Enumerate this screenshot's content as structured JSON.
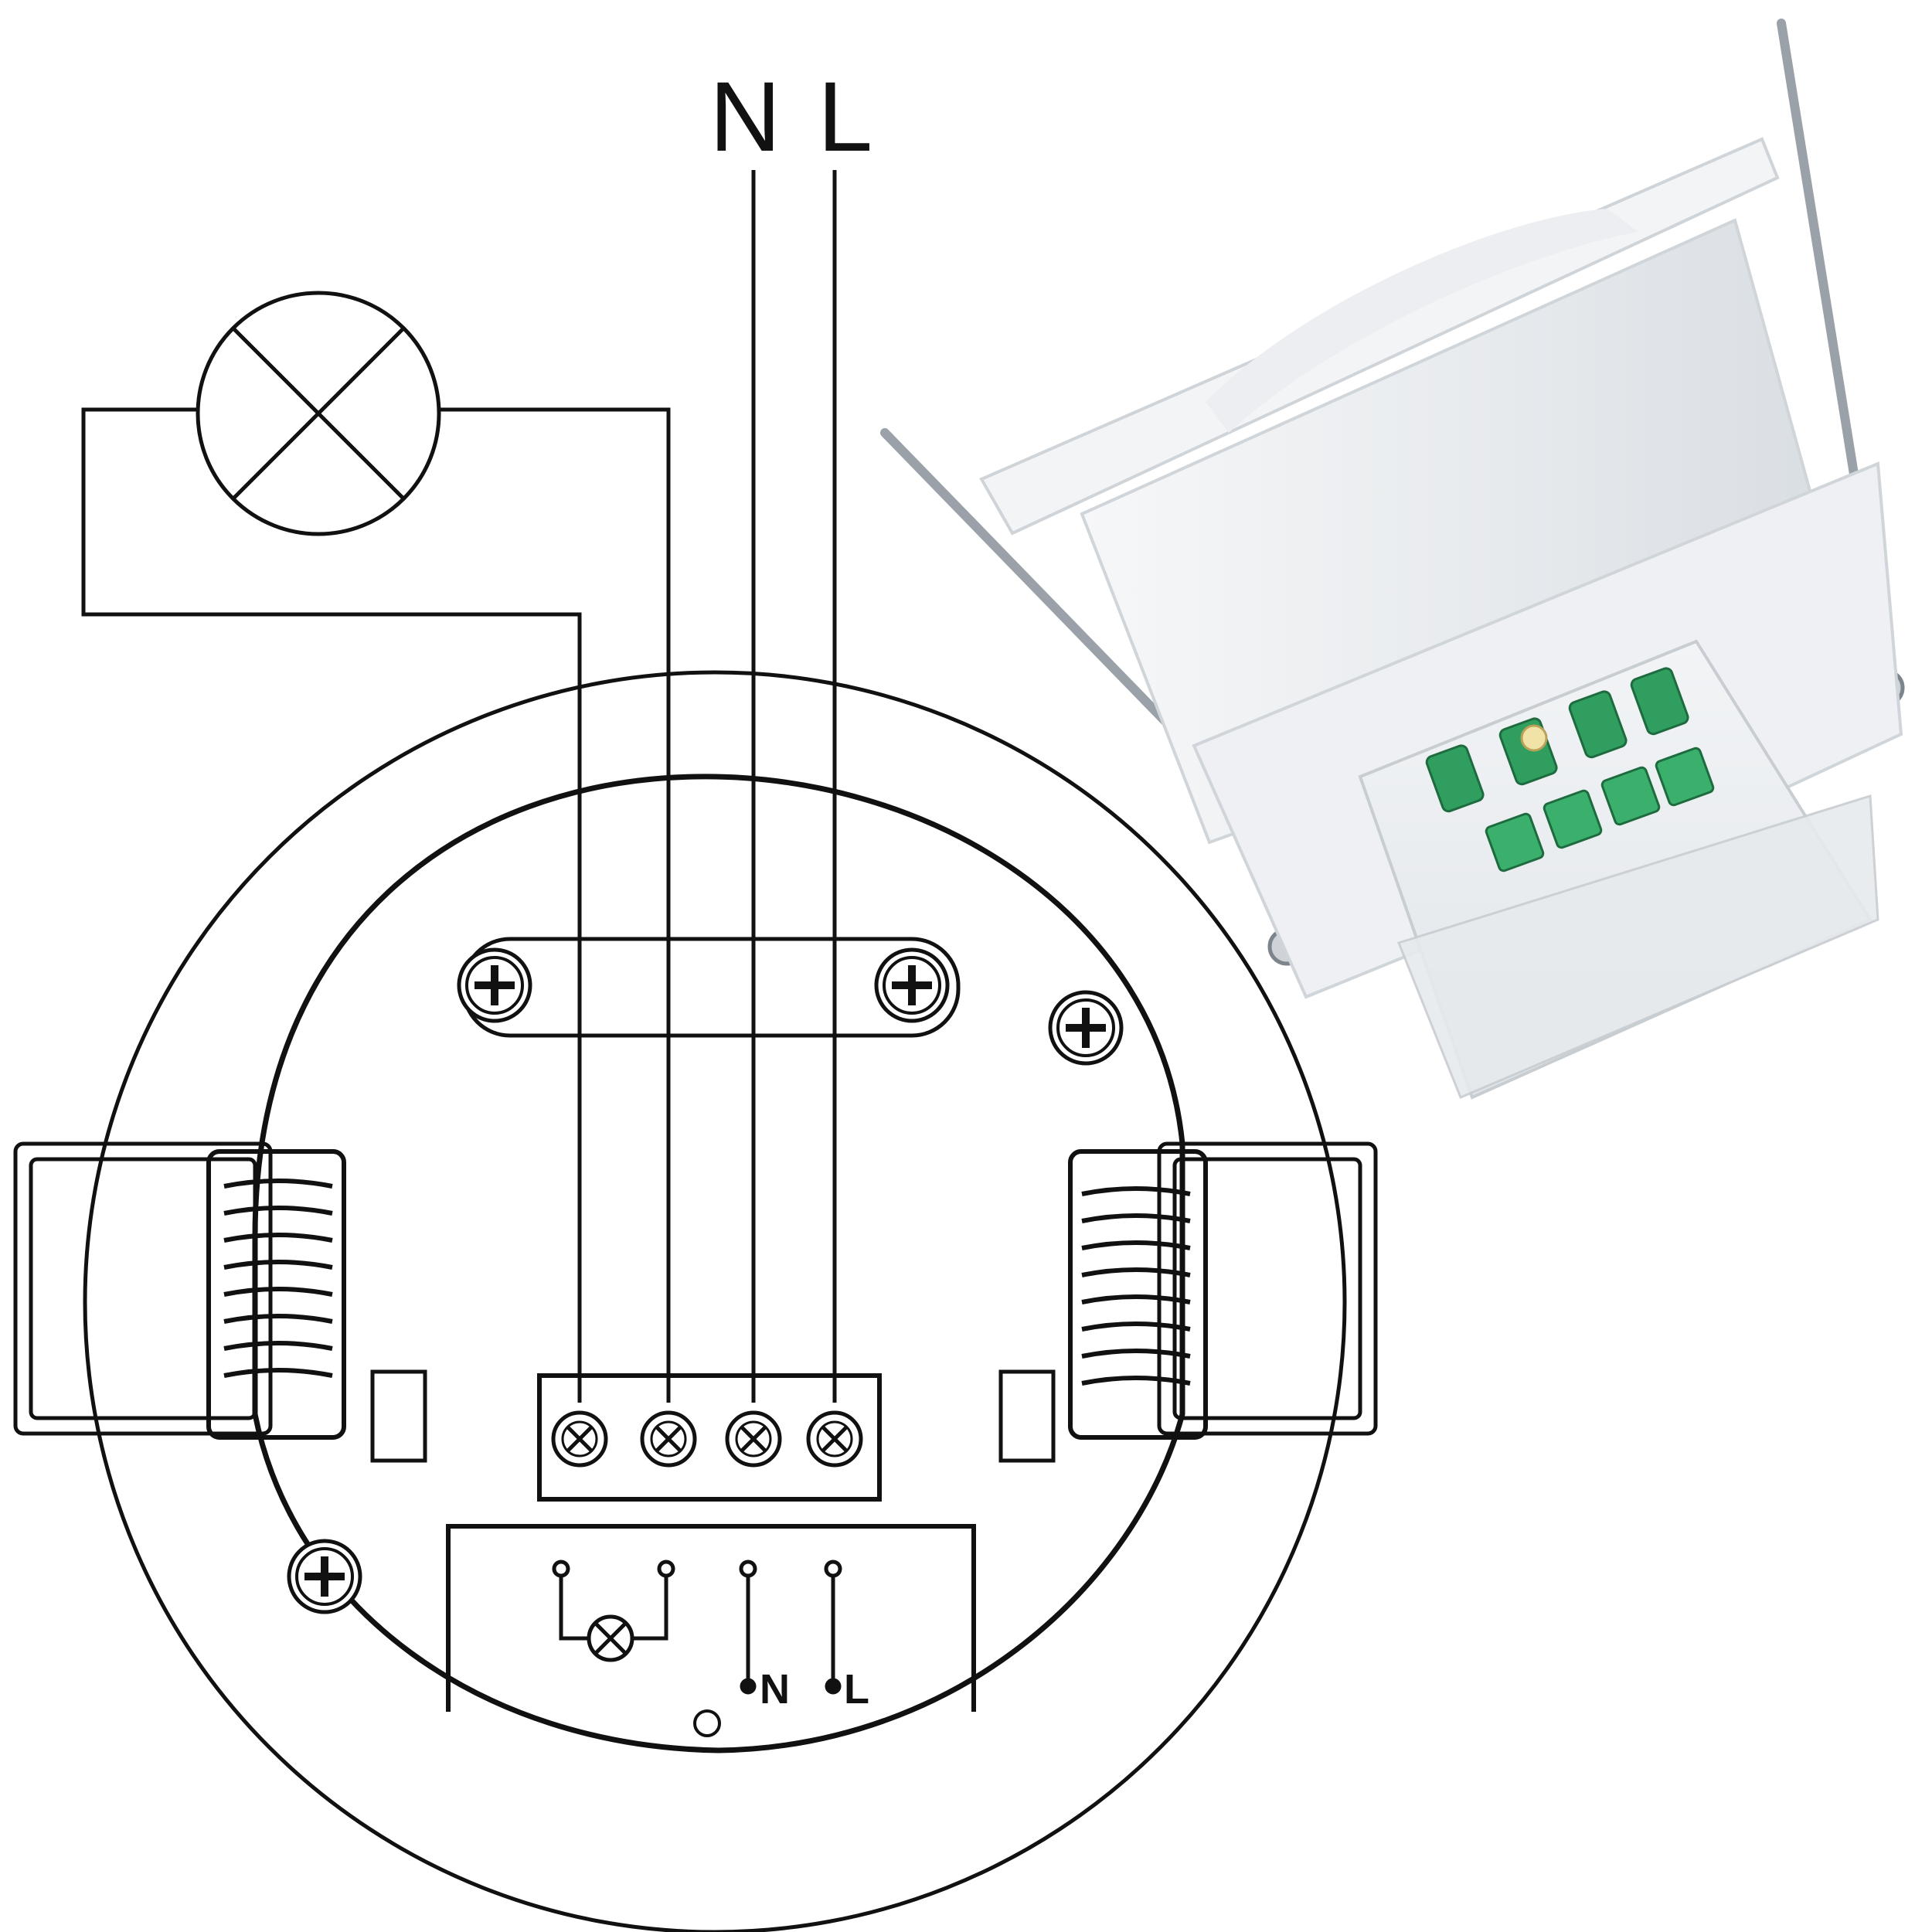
{
  "top_labels": {
    "neutral": "N",
    "live": "L"
  },
  "inner_labels": {
    "neutral": "N",
    "live": "L"
  },
  "colors": {
    "line": "#111111",
    "paper": "#ffffff",
    "terminal_green": "#2f9e5e",
    "housing": "#e9ecef"
  },
  "icons": [
    "lamp-symbol-icon",
    "screw-head-icon",
    "terminal-screw-icon",
    "spring-clip-icon"
  ]
}
